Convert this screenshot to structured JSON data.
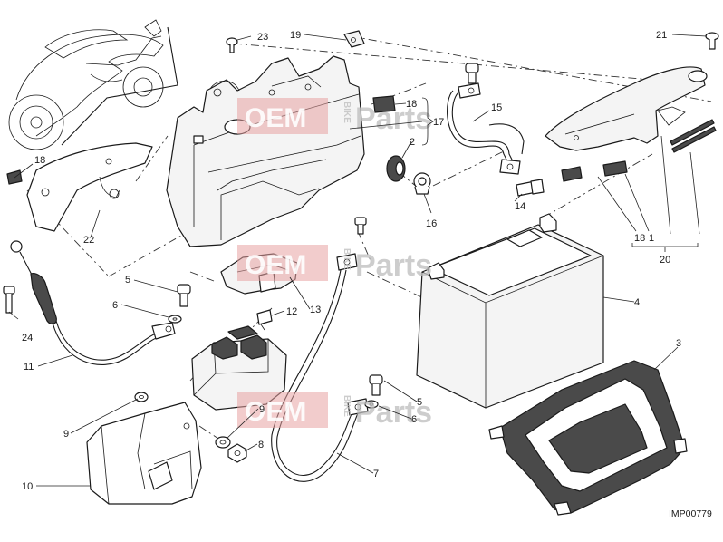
{
  "diagram": {
    "code": "IMP00779",
    "callouts": [
      {
        "id": "c1",
        "label": "1"
      },
      {
        "id": "c2",
        "label": "2"
      },
      {
        "id": "c3",
        "label": "3"
      },
      {
        "id": "c4",
        "label": "4"
      },
      {
        "id": "c5a",
        "label": "5"
      },
      {
        "id": "c5b",
        "label": "5"
      },
      {
        "id": "c6a",
        "label": "6"
      },
      {
        "id": "c6b",
        "label": "6"
      },
      {
        "id": "c7",
        "label": "7"
      },
      {
        "id": "c8",
        "label": "8"
      },
      {
        "id": "c9a",
        "label": "9"
      },
      {
        "id": "c9b",
        "label": "9"
      },
      {
        "id": "c10",
        "label": "10"
      },
      {
        "id": "c11",
        "label": "11"
      },
      {
        "id": "c12",
        "label": "12"
      },
      {
        "id": "c13",
        "label": "13"
      },
      {
        "id": "c14",
        "label": "14"
      },
      {
        "id": "c15",
        "label": "15"
      },
      {
        "id": "c16",
        "label": "16"
      },
      {
        "id": "c17",
        "label": "17"
      },
      {
        "id": "c18a",
        "label": "18"
      },
      {
        "id": "c18b",
        "label": "18"
      },
      {
        "id": "c18c",
        "label": "18"
      },
      {
        "id": "c19",
        "label": "19"
      },
      {
        "id": "c20",
        "label": "20"
      },
      {
        "id": "c21",
        "label": "21"
      },
      {
        "id": "c22",
        "label": "22"
      },
      {
        "id": "c23",
        "label": "23"
      },
      {
        "id": "c24",
        "label": "24"
      }
    ]
  },
  "watermark": {
    "oem": "OEM",
    "bike": "BIKE",
    "parts": "Parts"
  }
}
